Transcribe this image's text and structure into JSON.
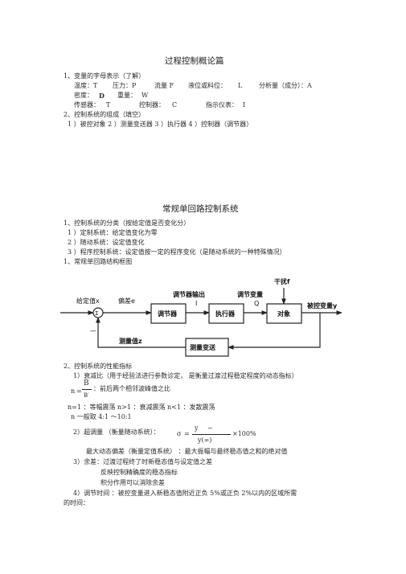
{
  "sections": {
    "s1": {
      "title": "过程控制概论篇",
      "h1": "1、变量的字母表示（了解）",
      "vars_row1": {
        "temp": "温度：T",
        "pressure": "压力：P",
        "flow": "流量 F",
        "level": "液位或料位：",
        "level_sym": "L",
        "analysis": "分析量（成分）：A"
      },
      "vars_row2": {
        "density": "密度：",
        "density_sym": "D",
        "weight": "重量：",
        "weight_sym": "W"
      },
      "vars_row3": {
        "sensor": "传感器：",
        "sensor_sym": "T",
        "controller": "控制器：",
        "controller_sym": "C",
        "indicator": "指示仪表：",
        "indicator_sym": "I"
      },
      "h2": "2、控制系统的组成（填空）",
      "composition": "1    ）被控对象      2    ）测量变送器       3    ）执行器      4    ）控制器（调节器）"
    },
    "s2": {
      "title": "常规单回路控制系统",
      "h1": "1、控制系统的分类（按给定值是否变化分）",
      "items": [
        "1    ）定制系统：给定值变化为零",
        "2    ）随动系统：设定值变化",
        "3    ）程序控制系统：设定值按一定的程序变化（是随动系统的一种特殊情况）"
      ],
      "h_diagram": "1、常规单回路结构框图",
      "diagram": {
        "setpoint": "给定值x",
        "deviation": "偏差e",
        "controller": "调节器",
        "controller_out": "调节器输出",
        "controller_out_sym": "I",
        "actuator": "执行器",
        "manipulated": "调节变量",
        "manipulated_sym": "Q",
        "disturbance": "干扰f",
        "object": "对象",
        "controlled": "被控变量y",
        "measured": "测量值z",
        "transmitter": "测量变送",
        "sigma": "Σ",
        "minus": "—"
      },
      "h2": "2、控制系统的性能指标",
      "p1": "1）衰减比（用于经验法进行参数诊定，   是衡量过渡过程稳定程度的动态指标）",
      "ratio_n": "n",
      "ratio_eq": "=",
      "ratio_top": "B",
      "ratio_bot": "B′",
      "ratio_desc": "：前后两个相邻波峰值之比",
      "n_cases": "n=1     ：等幅震荡    n>1      ：衰减震荡      n<1     ：发散震荡",
      "n_general": "n      一般取 4:1  ～10:1",
      "p2": "2）超调量  （衡量随动系统）：",
      "overshoot_sigma": "σ",
      "overshoot_eq": "=",
      "overshoot_top": "y",
      "overshoot_top2": "−",
      "overshoot_bot": "y(∞)",
      "overshoot_pct": "×100%",
      "p2b": "最大动态偏差（衡量定值系统）   ：最大振幅与最终稳态值之和的绝对值",
      "p3": "3）余差：过渡过程终了时新稳态值与设定值之差",
      "p3a": "反映控制精确度的稳态指标",
      "p3b": "积分作用可以消除余差",
      "p4": "4）调节时间  ：被控变量进入新稳态值附近正负 5%或正负 2%以内的区域所需",
      "p4b": "的时间："
    }
  }
}
